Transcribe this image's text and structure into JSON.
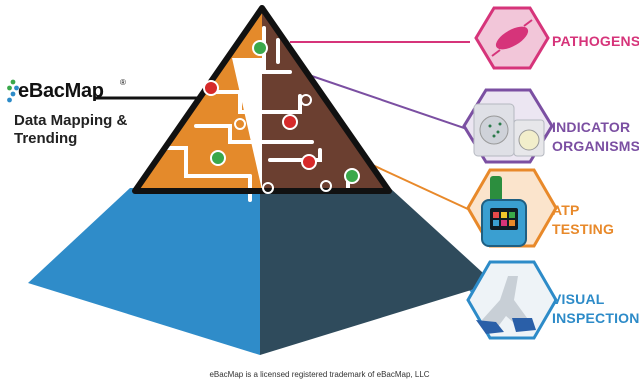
{
  "brand": {
    "name": "eBacMap",
    "registered_mark": "®",
    "tagline_line1": "Data Mapping &",
    "tagline_line2": "Trending"
  },
  "tiers": [
    {
      "key": "pathogens",
      "line1": "PATHOGENS",
      "line2": "",
      "color": "#d6347a",
      "icon": "bacteria-icon"
    },
    {
      "key": "indicator",
      "line1": "INDICATOR",
      "line2": "ORGANISMS",
      "color": "#7b4fa2",
      "icon": "petri-dish-icon"
    },
    {
      "key": "atp",
      "line1": "ATP",
      "line2": "TESTING",
      "color": "#e8892a",
      "icon": "atp-meter-icon"
    },
    {
      "key": "visual",
      "line1": "VISUAL",
      "line2": "INSPECTION",
      "color": "#2d8bc8",
      "icon": "inspection-glove-icon"
    }
  ],
  "pyramid_colors": {
    "top": "#6d4a9a",
    "middle": "#e48a2b",
    "middle_dark": "#6b3f30",
    "base_left": "#2f8cc9",
    "base_right": "#2f4b5c",
    "outline": "#111111"
  },
  "footer": "eBacMap is a licensed registered trademark of eBacMap, LLC"
}
